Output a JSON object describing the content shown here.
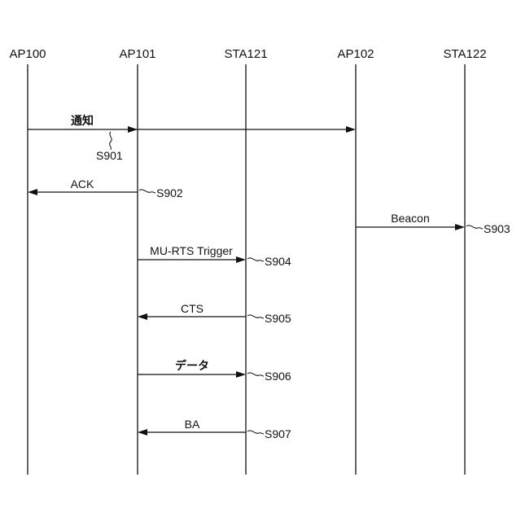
{
  "diagram": {
    "lifelines": [
      {
        "id": "ap100",
        "label": "AP100"
      },
      {
        "id": "ap101",
        "label": "AP101"
      },
      {
        "id": "sta121",
        "label": "STA121"
      },
      {
        "id": "ap102",
        "label": "AP102"
      },
      {
        "id": "sta122",
        "label": "STA122"
      }
    ],
    "messages": [
      {
        "label": "通知",
        "step": "S901",
        "from": "AP100",
        "to": [
          "AP101",
          "AP102"
        ]
      },
      {
        "label": "ACK",
        "step": "S902",
        "from": "AP101",
        "to": [
          "AP100"
        ]
      },
      {
        "label": "Beacon",
        "step": "S903",
        "from": "AP102",
        "to": [
          "STA122"
        ]
      },
      {
        "label": "MU-RTS Trigger",
        "step": "S904",
        "from": "AP101",
        "to": [
          "STA121"
        ]
      },
      {
        "label": "CTS",
        "step": "S905",
        "from": "STA121",
        "to": [
          "AP101"
        ]
      },
      {
        "label": "データ",
        "step": "S906",
        "from": "AP101",
        "to": [
          "STA121"
        ]
      },
      {
        "label": "BA",
        "step": "S907",
        "from": "STA121",
        "to": [
          "AP101"
        ]
      }
    ]
  }
}
